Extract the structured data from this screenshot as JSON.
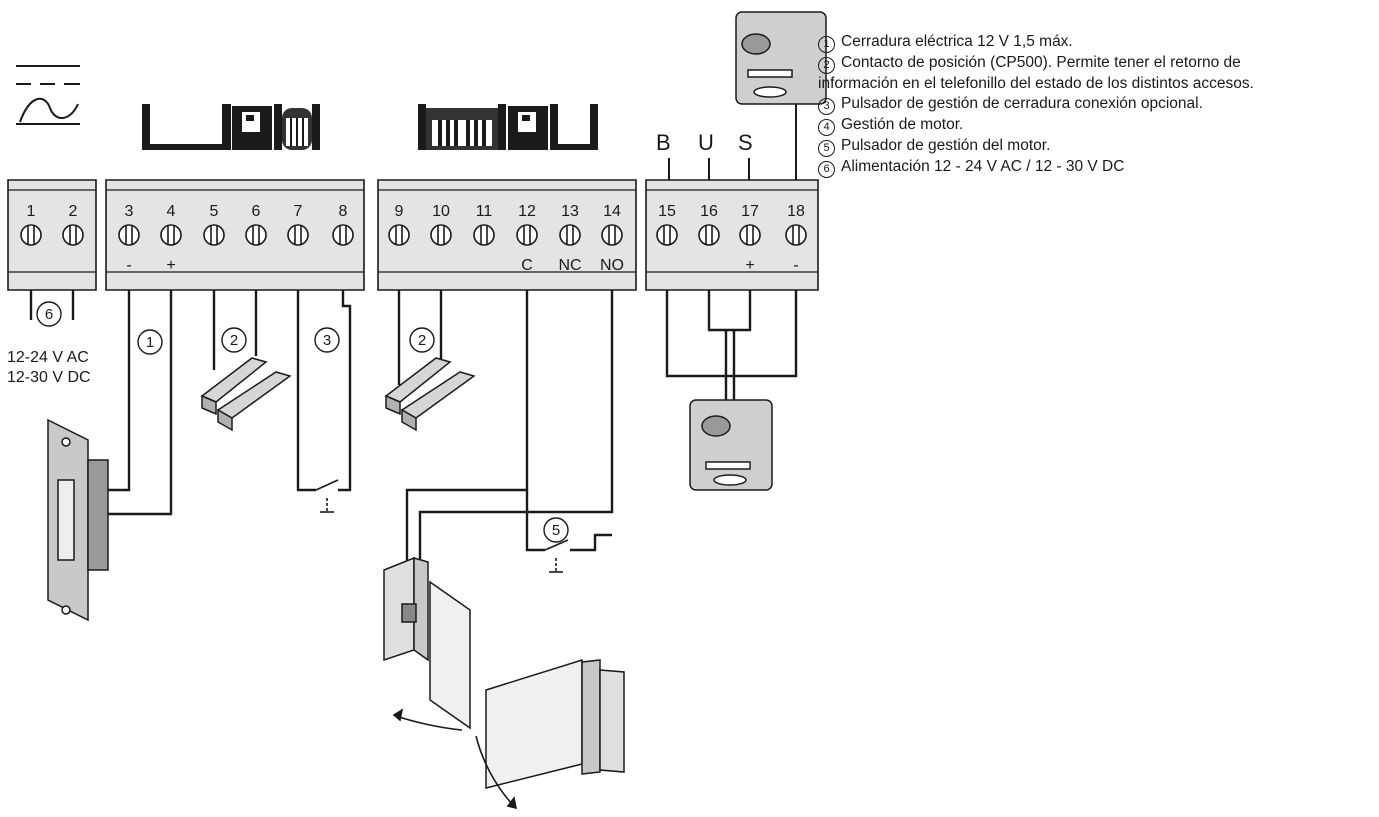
{
  "terminals": [
    {
      "num": "1",
      "sub": ""
    },
    {
      "num": "2",
      "sub": ""
    },
    {
      "num": "3",
      "sub": "-"
    },
    {
      "num": "4",
      "sub": "+"
    },
    {
      "num": "5",
      "sub": ""
    },
    {
      "num": "6",
      "sub": ""
    },
    {
      "num": "7",
      "sub": ""
    },
    {
      "num": "8",
      "sub": ""
    },
    {
      "num": "9",
      "sub": ""
    },
    {
      "num": "10",
      "sub": ""
    },
    {
      "num": "11",
      "sub": ""
    },
    {
      "num": "12",
      "sub": "C"
    },
    {
      "num": "13",
      "sub": "NC"
    },
    {
      "num": "14",
      "sub": "NO"
    },
    {
      "num": "15",
      "sub": ""
    },
    {
      "num": "16",
      "sub": ""
    },
    {
      "num": "17",
      "sub": "+"
    },
    {
      "num": "18",
      "sub": "-"
    }
  ],
  "bus_labels": {
    "b": "B",
    "u": "U",
    "s": "S"
  },
  "supply": {
    "ac": "12-24 V AC",
    "dc": "12-30 V DC"
  },
  "callouts": {
    "c1": "1",
    "c2": "2",
    "c3": "3",
    "c5": "5",
    "c6": "6"
  },
  "legend": [
    {
      "num": "1",
      "text": "Cerradura eléctrica 12 V 1,5 máx."
    },
    {
      "num": "2",
      "text": "Contacto de posición (CP500). Permite tener el retorno de",
      "text2": "información en el telefonillo del estado de los distintos accesos."
    },
    {
      "num": "3",
      "text": "Pulsador de gestión de cerradura conexión opcional."
    },
    {
      "num": "4",
      "text": "Gestión de motor."
    },
    {
      "num": "5",
      "text": "Pulsador de gestión del motor."
    },
    {
      "num": "6",
      "text": "Alimentación 12 - 24 V AC / 12 - 30 V DC"
    }
  ]
}
